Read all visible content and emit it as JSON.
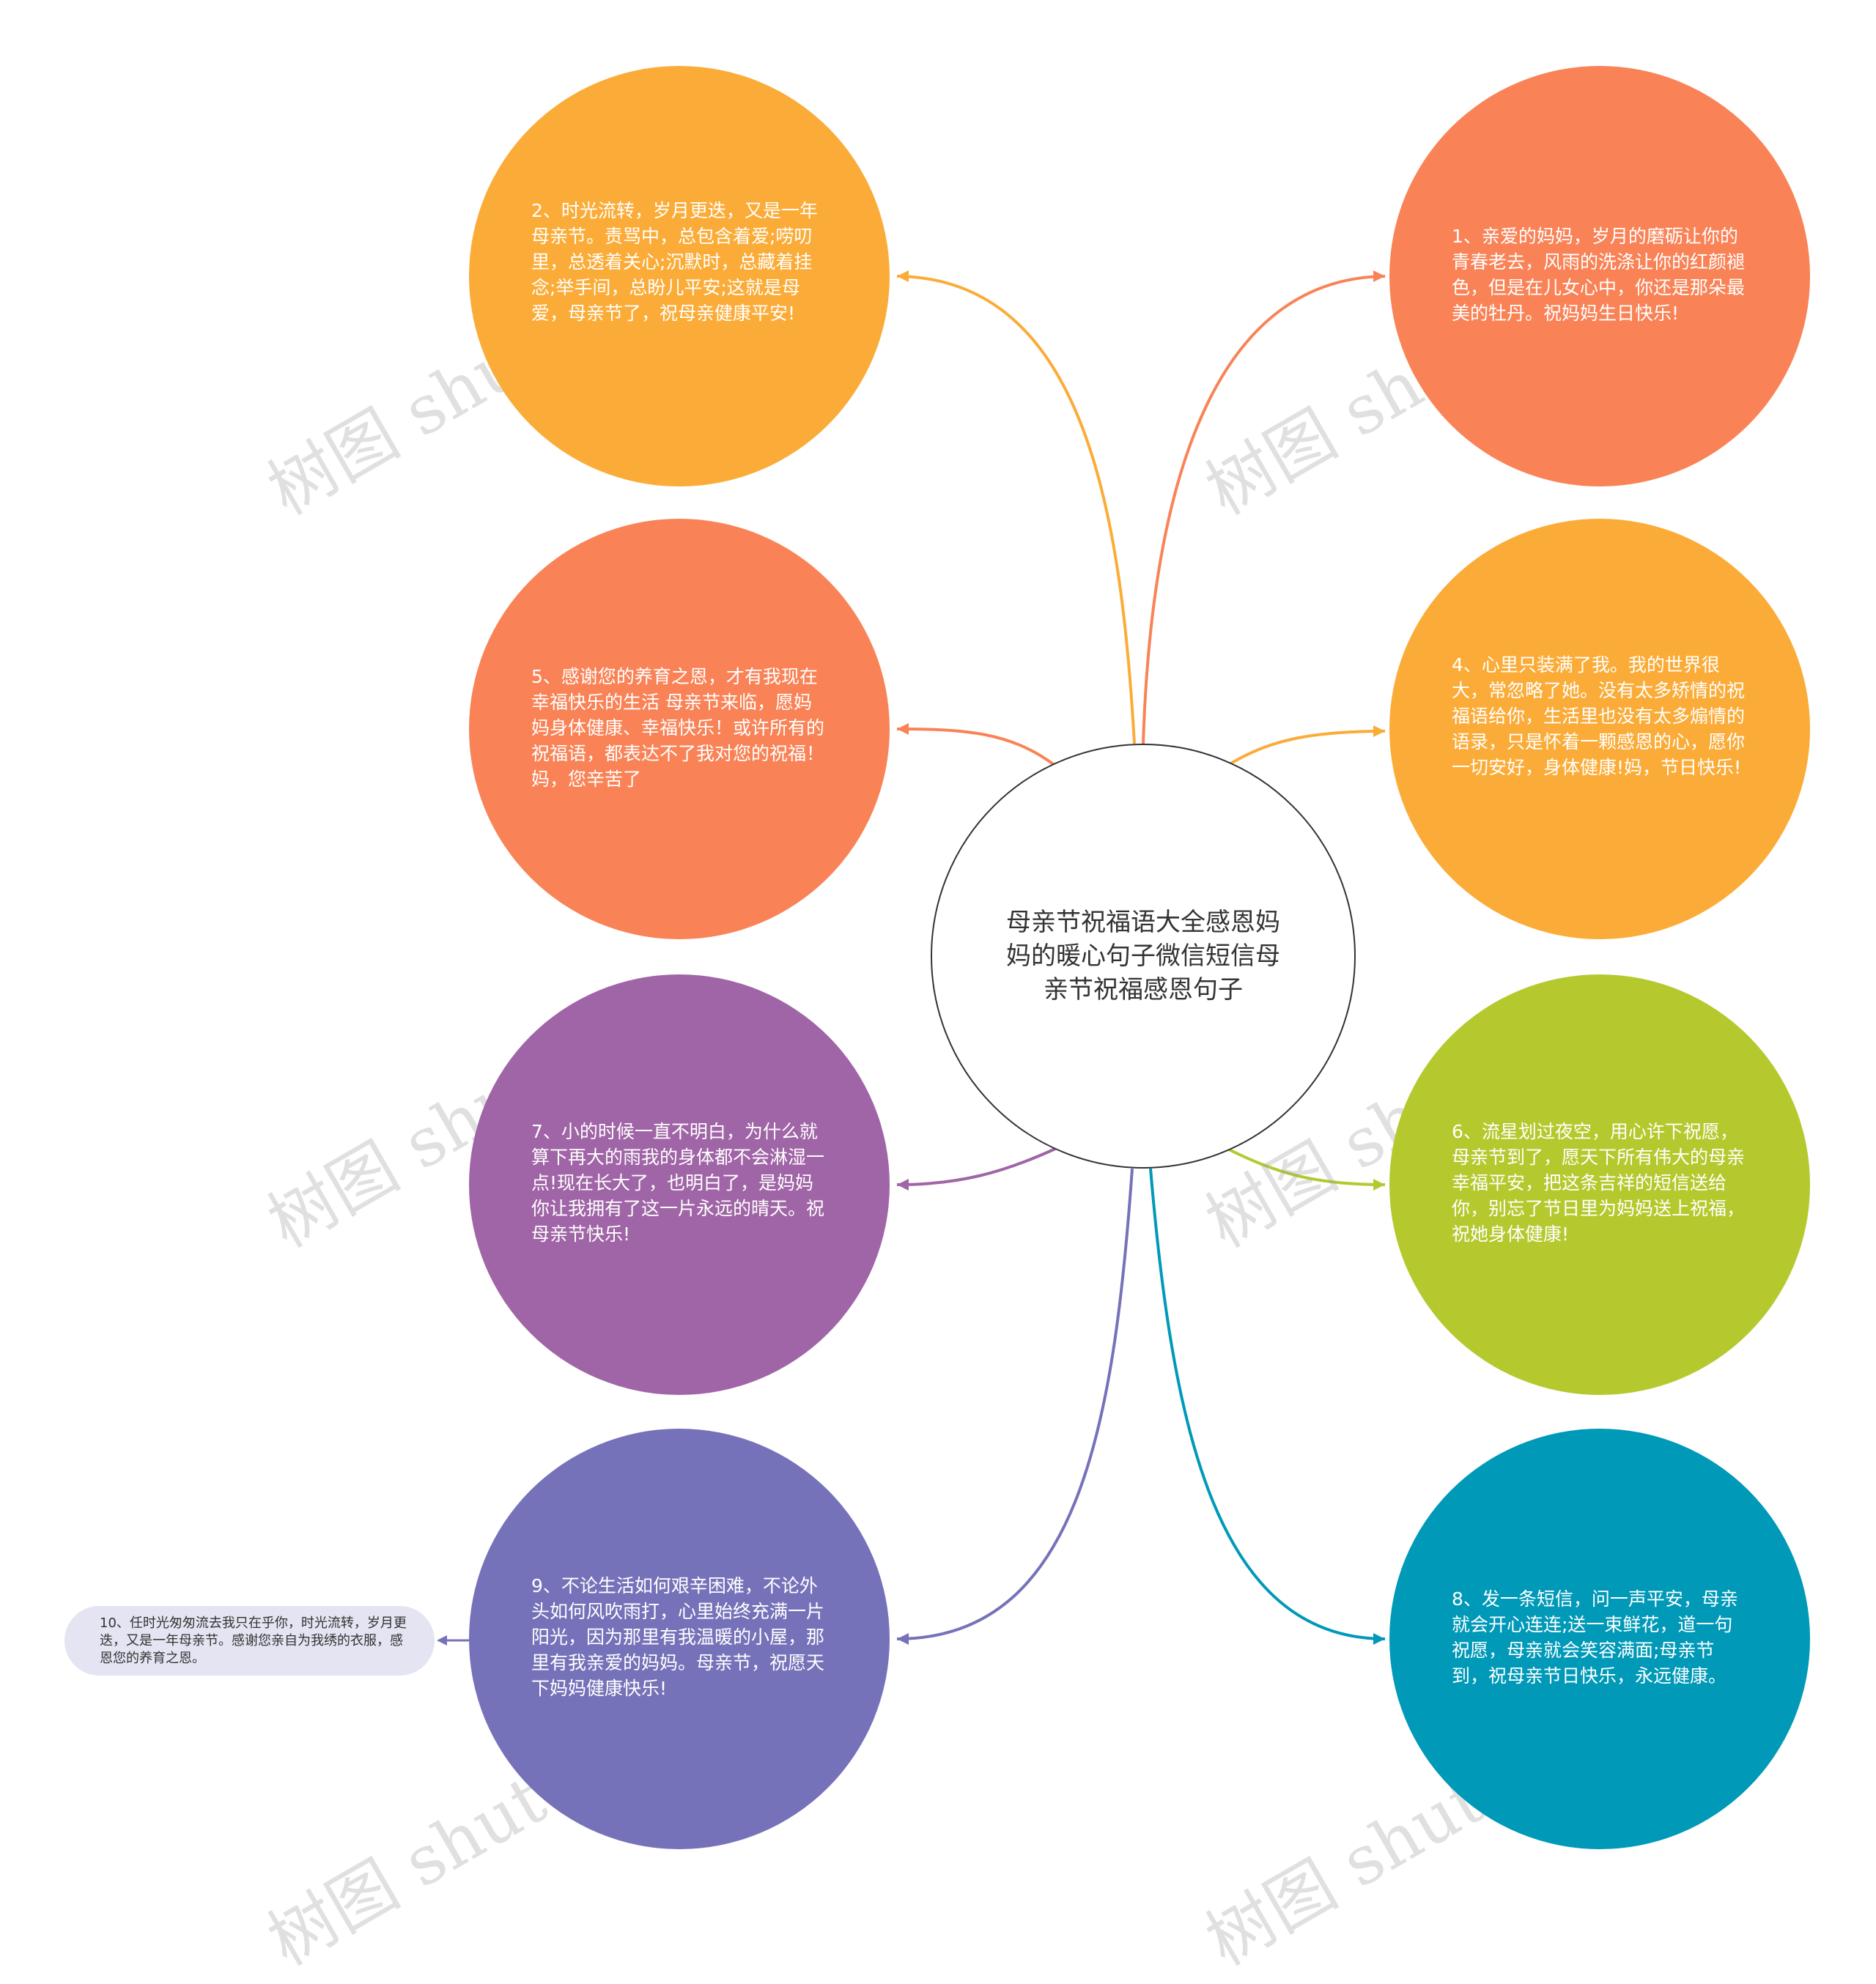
{
  "center": {
    "text": "母亲节祝福语大全感恩妈妈的暖心句子微信短信母亲节祝福感恩句子"
  },
  "nodes": [
    {
      "id": "n1",
      "text": "1、亲爱的妈妈，岁月的磨砺让你的青春老去，风雨的洗涤让你的红颜褪色，但是在儿女心中，你还是那朵最美的牡丹。祝妈妈生日快乐!",
      "color": "#f98357"
    },
    {
      "id": "n2",
      "text": "2、时光流转，岁月更迭，又是一年母亲节。责骂中，总包含着爱;唠叨里，总透着关心;沉默时，总藏着挂念;举手间，总盼儿平安;这就是母爱，母亲节了，祝母亲健康平安!",
      "color": "#fbac38"
    },
    {
      "id": "n4",
      "text": "4、心里只装满了我。我的世界很大，常忽略了她。没有太多矫情的祝福语给你，生活里也没有太多煽情的语录，只是怀着一颗感恩的心，愿你一切安好，身体健康!妈，节日快乐!",
      "color": "#fbac38"
    },
    {
      "id": "n5",
      "text": "5、感谢您的养育之恩，才有我现在幸福快乐的生活 母亲节来临，愿妈妈身体健康、幸福快乐！或许所有的祝福语，都表达不了我对您的祝福！妈，您辛苦了",
      "color": "#f98357"
    },
    {
      "id": "n6",
      "text": "6、流星划过夜空，用心许下祝愿，母亲节到了，愿天下所有伟大的母亲幸福平安，把这条吉祥的短信送给你，别忘了节日里为妈妈送上祝福，祝她身体健康!",
      "color": "#b5c92e"
    },
    {
      "id": "n7",
      "text": "7、小的时候一直不明白，为什么就算下再大的雨我的身体都不会淋湿一点!现在长大了，也明白了，是妈妈你让我拥有了这一片永远的晴天。祝母亲节快乐!",
      "color": "#a065a6"
    },
    {
      "id": "n8",
      "text": "8、发一条短信，问一声平安，母亲就会开心连连;送一束鲜花，道一句祝愿，母亲就会笑容满面;母亲节到，祝母亲节日快乐，永远健康。",
      "color": "#0099b8"
    },
    {
      "id": "n9",
      "text": "9、不论生活如何艰辛困难，不论外头如何风吹雨打，心里始终充满一片阳光，因为那里有我温暖的小屋，那里有我亲爱的妈妈。母亲节，祝愿天下妈妈健康快乐!",
      "color": "#7672b9"
    }
  ],
  "pill": {
    "text": "10、任时光匆匆流去我只在乎你，时光流转，岁月更迭，又是一年母亲节。感谢您亲自为我绣的衣服，感恩您的养育之恩。"
  },
  "watermark": {
    "text": "树图 shutu.cn"
  }
}
